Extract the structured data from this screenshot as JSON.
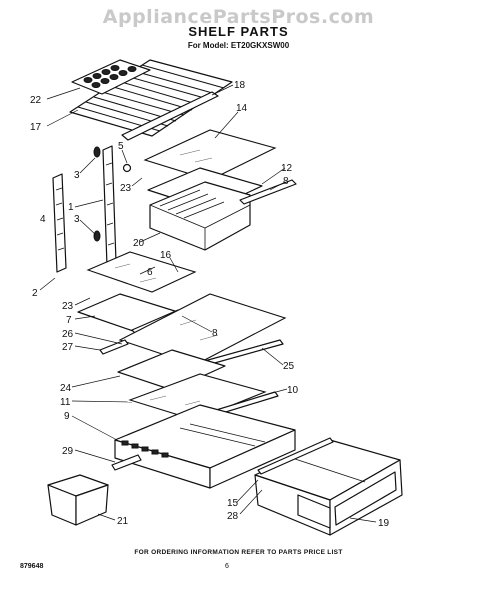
{
  "watermark": "AppliancePartsPros.com",
  "title": "SHELF PARTS",
  "subtitle": "For Model: ET20GKXSW00",
  "footer_note": "FOR ORDERING INFORMATION REFER TO PARTS PRICE LIST",
  "doc_number": "879648",
  "page_number": "6",
  "callouts": {
    "c22": "22",
    "c17": "17",
    "c18": "18",
    "c14": "14",
    "c5": "5",
    "c3a": "3",
    "c23a": "23",
    "c12": "12",
    "c8a": "8",
    "c1": "1",
    "c4": "4",
    "c3b": "3",
    "c20": "20",
    "c16": "16",
    "c6": "6",
    "c2": "2",
    "c23b": "23",
    "c7": "7",
    "c26": "26",
    "c8b": "8",
    "c27": "27",
    "c25": "25",
    "c24": "24",
    "c10": "10",
    "c11": "11",
    "c9": "9",
    "c29": "29",
    "c15": "15",
    "c28": "28",
    "c19": "19",
    "c21": "21"
  }
}
